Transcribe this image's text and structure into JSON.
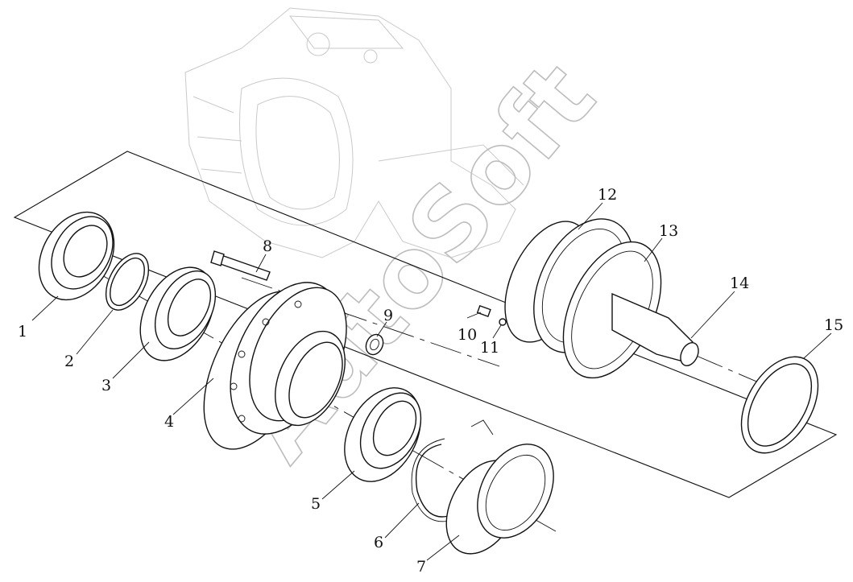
{
  "callouts": {
    "c1": "1",
    "c2": "2",
    "c3": "3",
    "c4": "4",
    "c5": "5",
    "c6": "6",
    "c7": "7",
    "c8": "8",
    "c9": "9",
    "c10": "10",
    "c11": "11",
    "c12": "12",
    "c13": "13",
    "c14": "14",
    "c15": "15"
  },
  "watermark": {
    "text": "AutoSoft"
  },
  "colors": {
    "line": "#111111",
    "ghost_housing": "#c9c9c9",
    "background": "#ffffff"
  }
}
